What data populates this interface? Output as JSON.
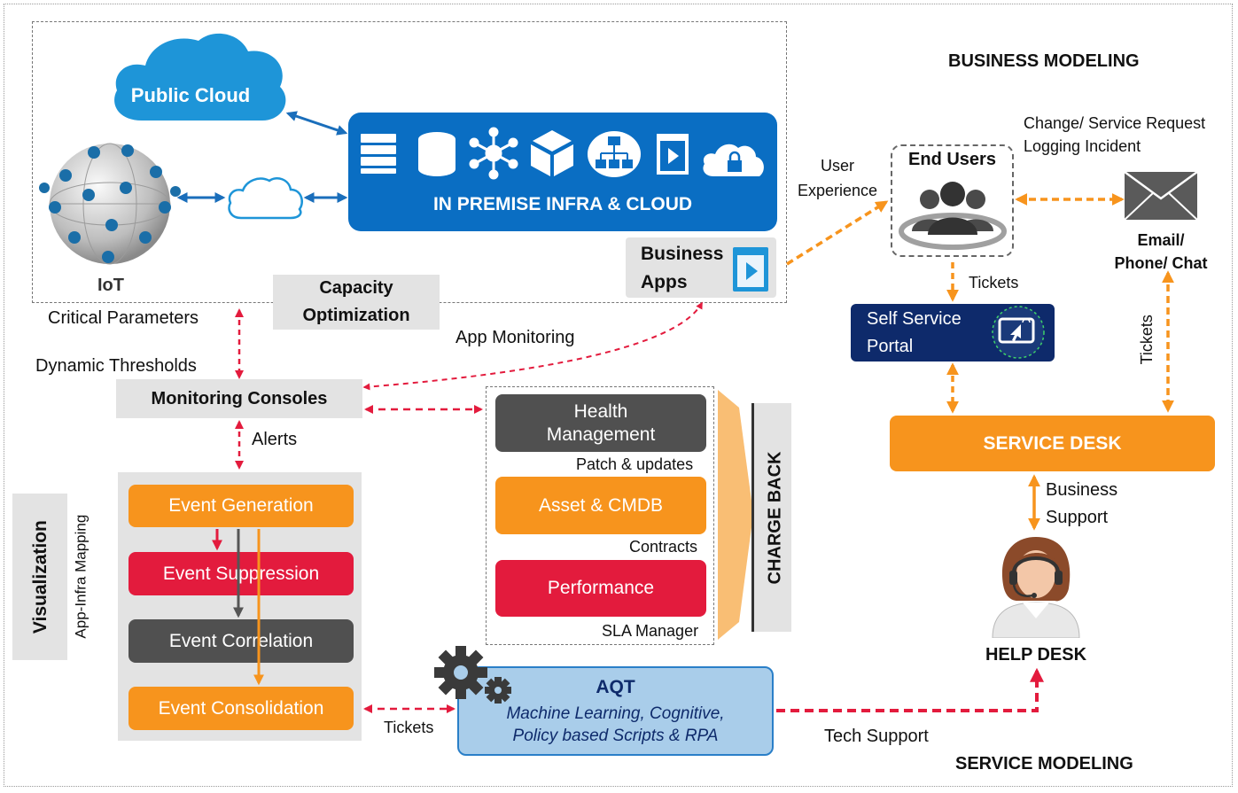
{
  "colors": {
    "orange": "#f7941d",
    "red": "#e31b3d",
    "dark_grey": "#505050",
    "blue": "#0a6ec3",
    "cloud_blue": "#1e95d8",
    "navy": "#0e2a6b",
    "aqt_fill": "#a9cdea",
    "grey_panel": "#e3e3e3"
  },
  "top_left": {
    "public_cloud": "Public Cloud",
    "iot": "IoT",
    "infra_label": "IN PREMISE INFRA & CLOUD",
    "infra_icons": [
      "server-rack-icon",
      "database-icon",
      "network-hub-icon",
      "cube-icon",
      "network-topology-icon",
      "app-window-icon",
      "cloud-lock-icon"
    ],
    "business_apps": [
      "Business",
      "Apps"
    ],
    "capacity_optimization": [
      "Capacity",
      "Optimization"
    ]
  },
  "headings": {
    "business_modeling": "BUSINESS MODELING",
    "service_modeling": "SERVICE MODELING"
  },
  "left_flow": {
    "critical_parameters": "Critical Parameters",
    "dynamic_thresholds": "Dynamic Thresholds",
    "app_monitoring": "App Monitoring",
    "monitoring_consoles": "Monitoring Consoles",
    "alerts": "Alerts",
    "visualization": "Visualization",
    "app_infra_mapping": "App-Infra Mapping",
    "events": [
      "Event Generation",
      "Event Suppression",
      "Event Correlation",
      "Event Consolidation"
    ],
    "tickets": "Tickets"
  },
  "center": {
    "health_management": [
      "Health",
      "Management"
    ],
    "patch_updates": "Patch & updates",
    "asset_cmdb": "Asset & CMDB",
    "contracts": "Contracts",
    "performance": "Performance",
    "sla_manager": "SLA Manager",
    "charge_back": "CHARGE BACK"
  },
  "aqt": {
    "title": "AQT",
    "line1": "Machine Learning, Cognitive,",
    "line2": "Policy based Scripts & RPA",
    "tech_support": "Tech Support"
  },
  "right": {
    "user_experience": [
      "User",
      "Experience"
    ],
    "end_users": "End Users",
    "change_request": [
      "Change/ Service Request",
      "Logging Incident"
    ],
    "email_chat": [
      "Email/",
      "Phone/ Chat"
    ],
    "tickets_end_users": "Tickets",
    "tickets_vertical": "Tickets",
    "self_service_portal": [
      "Self Service",
      "Portal"
    ],
    "service_desk": "SERVICE DESK",
    "business_support": [
      "Business",
      "Support"
    ],
    "help_desk": "HELP DESK"
  }
}
